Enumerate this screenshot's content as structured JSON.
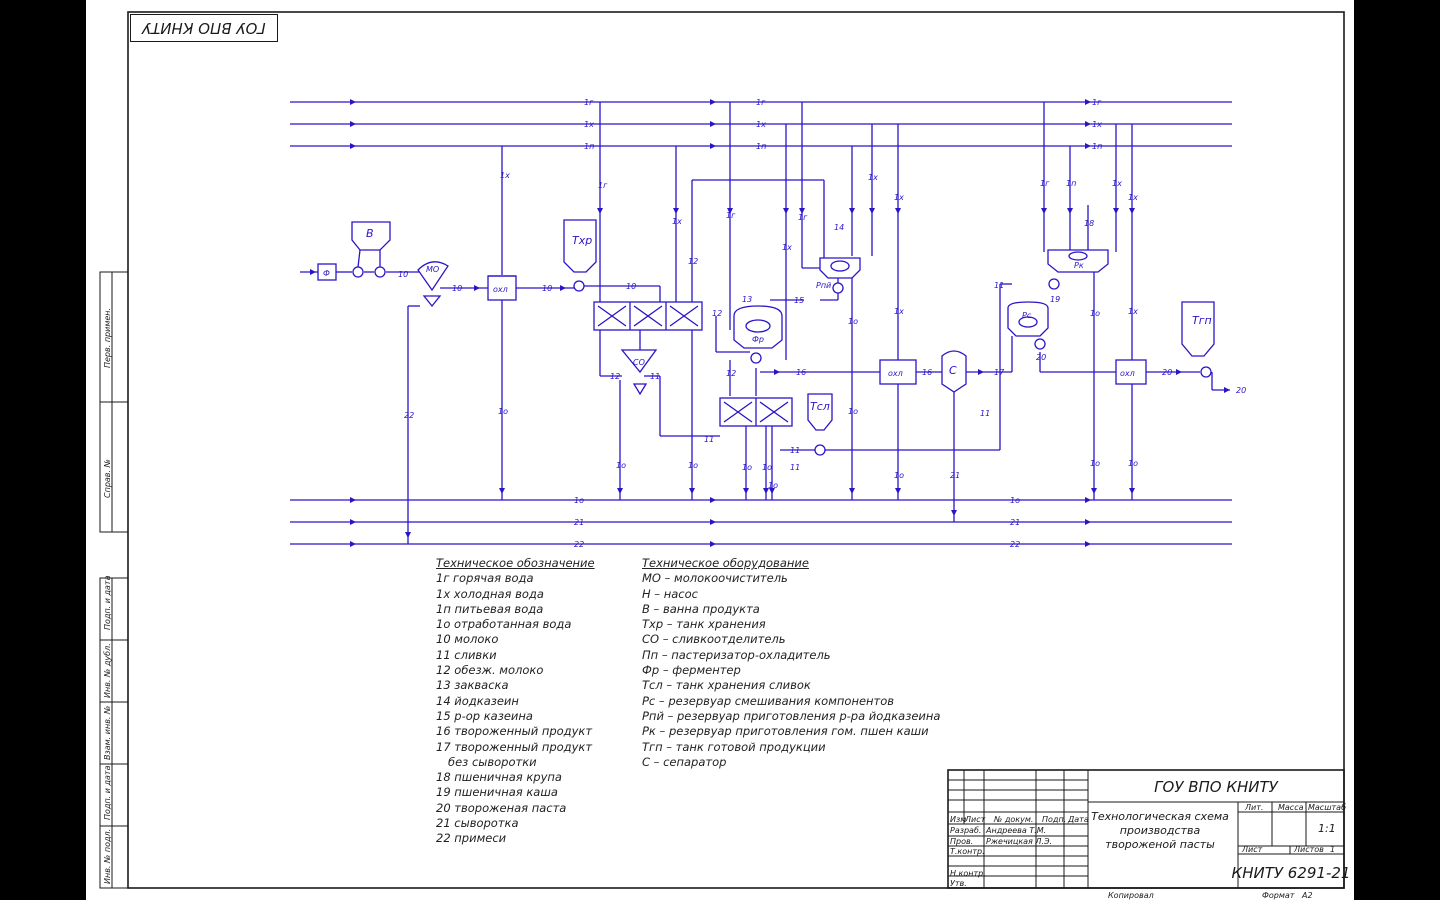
{
  "stamp_top": "ГОУ ВПО КНИТУ",
  "side_strip": [
    "Перв. примен.",
    "Справ. №",
    "Подп. и дата",
    "Инв. № дубл.",
    "Взам. инв. №",
    "Подп. и дата",
    "Инв. № подл."
  ],
  "lines": {
    "hot_water": "1г",
    "cold_water": "1х",
    "drinking_water": "1п",
    "waste_water": "1о",
    "whey": "21",
    "impurities": "22"
  },
  "equipment_labels": {
    "filter": "Ф",
    "bath": "В",
    "milk_cleaner": "МО",
    "cooler": "охл",
    "storage_tank": "Тхр",
    "cream_separator": "СО",
    "fermenter": "Фр",
    "iodcasein_reservoir": "Рпй",
    "cream_tank": "Тсл",
    "separator": "С",
    "mixing_reservoir": "Рс",
    "porridge_reservoir": "Рк",
    "product_tank": "Тгп"
  },
  "stream_numbers": [
    "10",
    "11",
    "12",
    "13",
    "14",
    "15",
    "16",
    "17",
    "18",
    "19",
    "20"
  ],
  "legend_designations": {
    "title": "Техническое обозначение",
    "items": [
      "1г горячая вода",
      "1х холодная вода",
      "1п питьевая вода",
      "1о отработанная вода",
      "10 молоко",
      "11 сливки",
      "12 обезж. молоко",
      "13 закваска",
      "14 йодказеин",
      "15 р-ор казеина",
      "16 твороженный продукт",
      "17 твороженный продукт",
      "без сыворотки",
      "18 пшеничная крупа",
      "19 пшеничная каша",
      "20 твороженая паста",
      "21 сыворотка",
      "22 примеси"
    ]
  },
  "legend_equipment": {
    "title": "Техническое оборудование",
    "items": [
      "МО – молокоочиститель",
      "Н – насос",
      "В – ванна продукта",
      "Тхр – танк хранения",
      "СО – сливкоотделитель",
      "Пп – пастеризатор-охладитель",
      "Фр – ферментер",
      "Тсл – танк хранения сливок",
      "Рс – резервуар смешивания компонентов",
      "Рпй – резервуар приготовления р-ра йодказеина",
      "Рк – резервуар приготовления гом. пшен каши",
      "Тгп – танк готовой продукции",
      "С – сепаратор"
    ]
  },
  "title_block": {
    "organization": "ГОУ ВПО КНИТУ",
    "document_title": "Технологическая схема производства твороженой пасты",
    "designation": "КНИТУ 6291-21",
    "headers": {
      "izm": "Изм",
      "list": "Лист",
      "doc_no": "№ докум.",
      "sign": "Подп.",
      "date": "Дата",
      "lit": "Лит.",
      "mass": "Масса",
      "scale": "Масштаб"
    },
    "roles": {
      "developed": "Разраб.",
      "checked": "Пров.",
      "t_control": "Т.контр.",
      "n_control": "Н.контр.",
      "approved": "Утв."
    },
    "developer": "Андреева Т.М.",
    "checker": "Ржечицкая Л.Э.",
    "scale_value": "1:1",
    "sheet_label": "Лист",
    "sheets_label": "Листов",
    "sheets_value": "1",
    "copied": "Копировал",
    "format_label": "Формат",
    "format_value": "А2"
  }
}
